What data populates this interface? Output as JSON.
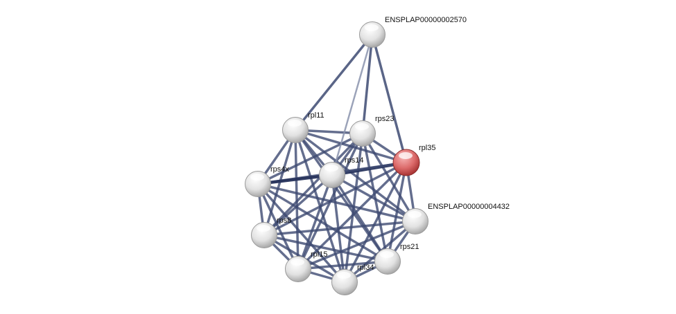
{
  "network": {
    "nodes": [
      {
        "id": "ENSPLAP00000002570",
        "label": "ENSPLAP00000002570",
        "color": "#ffffff"
      },
      {
        "id": "rpl11",
        "label": "rpl11",
        "color": "#ffffff"
      },
      {
        "id": "rps23",
        "label": "rps23",
        "color": "#ffffff"
      },
      {
        "id": "rpl35",
        "label": "rpl35",
        "color": "#e06666",
        "query": true
      },
      {
        "id": "rps14",
        "label": "rps14",
        "color": "#ffffff"
      },
      {
        "id": "rps4x",
        "label": "rps4x",
        "color": "#ffffff"
      },
      {
        "id": "ENSPLAP00000004432",
        "label": "ENSPLAP00000004432",
        "color": "#ffffff"
      },
      {
        "id": "rps8",
        "label": "rps8",
        "color": "#ffffff"
      },
      {
        "id": "rps21",
        "label": "rps21",
        "color": "#ffffff"
      },
      {
        "id": "rpl15",
        "label": "rpl15",
        "color": "#ffffff"
      },
      {
        "id": "rpl34",
        "label": "rpl34",
        "color": "#ffffff"
      }
    ],
    "cluster": [
      "rpl11",
      "rps23",
      "rpl35",
      "rps14",
      "rps4x",
      "ENSPLAP00000004432",
      "rps8",
      "rps21",
      "rpl15",
      "rpl34"
    ],
    "extra_edges": [
      {
        "a": "ENSPLAP00000002570",
        "b": "rpl11",
        "strength": "medium"
      },
      {
        "a": "ENSPLAP00000002570",
        "b": "rps23",
        "strength": "medium"
      },
      {
        "a": "ENSPLAP00000002570",
        "b": "rpl35",
        "strength": "medium"
      },
      {
        "a": "ENSPLAP00000002570",
        "b": "rps14",
        "strength": "weak"
      }
    ],
    "strong_edges": [
      [
        "rps14",
        "rpl35"
      ],
      [
        "rps4x",
        "rps14"
      ]
    ],
    "edge_color": "#3d4a72"
  }
}
